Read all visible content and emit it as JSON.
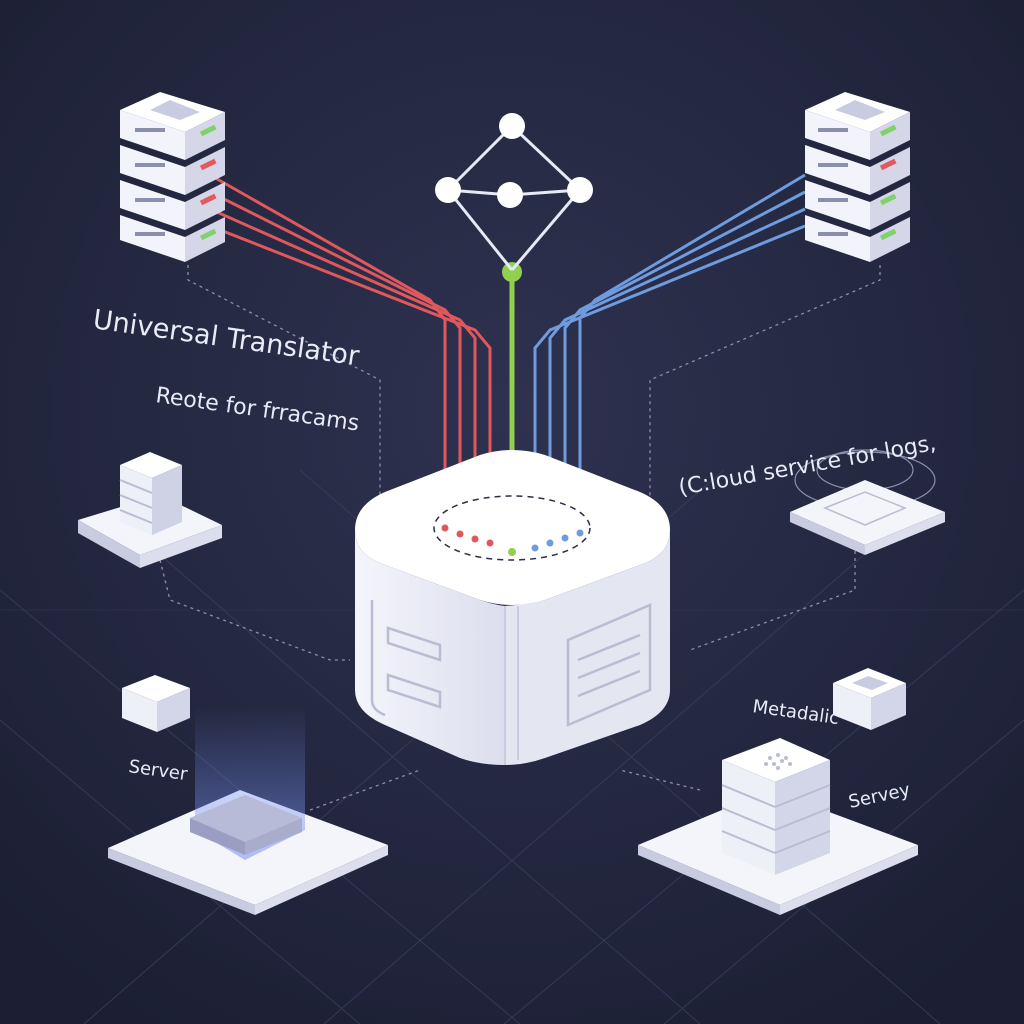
{
  "labels": {
    "title": "Universal Translator",
    "subtitle": "Reote for frracams",
    "cloud_service": "(C:loud service for logs,",
    "server_left": "Server",
    "metadata": "Metadalic",
    "server_right": "Servey"
  },
  "colors": {
    "background": "#1f2238",
    "grid": "#3a3f5c",
    "panel": "#ffffff",
    "panel_shade": "#c9cbe0",
    "red_lines": "#e0585c",
    "blue_lines": "#6f9bdf",
    "green_line": "#8fd14f",
    "led_green": "#7fd36a",
    "led_red": "#e2595e"
  },
  "icons": {
    "hub": "translator-hub-icon",
    "network": "network-graph-icon",
    "rack": "server-rack-icon",
    "cloud": "cloud-device-icon"
  }
}
